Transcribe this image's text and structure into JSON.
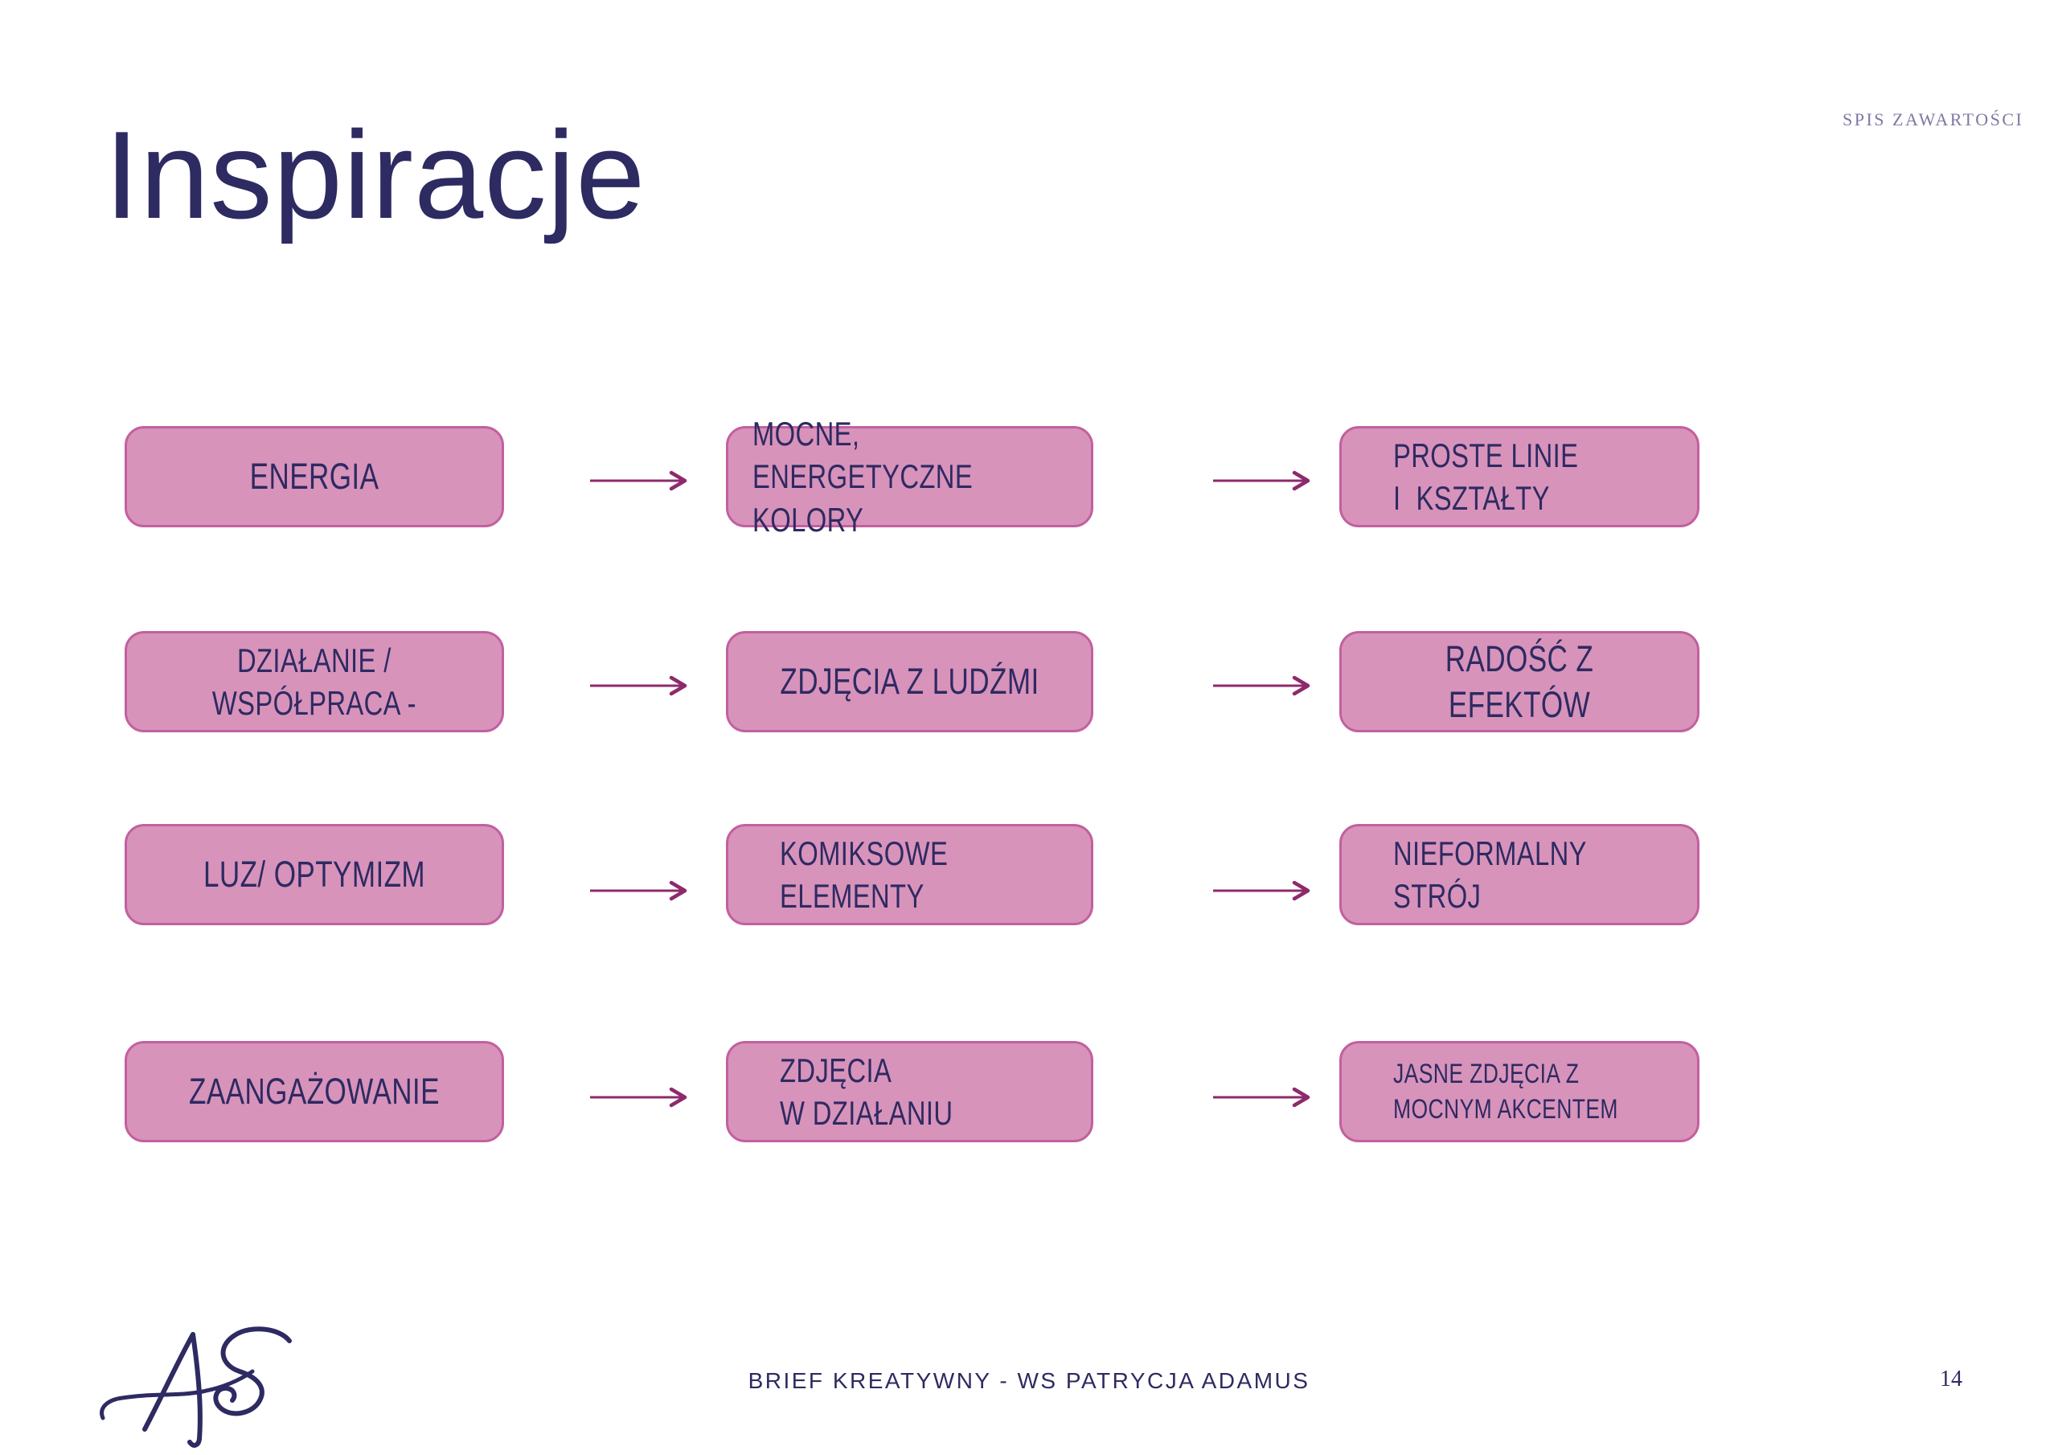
{
  "slide": {
    "title": "Inspiracje",
    "toc_label": "SPIS ZAWARTOŚCI",
    "footer_text": "BRIEF KREATYWNY - WS PATRYCJA ADAMUS",
    "page_number": "14",
    "logo_initials": "AS"
  },
  "colors": {
    "navy": "#2e2a62",
    "box_fill": "#d893bb",
    "box_border": "#c2609f",
    "arrow": "#8e2a6c",
    "toc": "#7f78a2",
    "bg": "#ffffff"
  },
  "diagram": {
    "connector": "arrow-right",
    "rows": [
      {
        "cells": [
          {
            "text": "ENERGIA"
          },
          {
            "text": "MOCNE,\nENERGETYCZNE KOLORY"
          },
          {
            "text": "PROSTE LINIE\nI  KSZTAŁTY"
          }
        ]
      },
      {
        "cells": [
          {
            "text": "DZIAŁANIE /\nWSPÓŁPRACA -"
          },
          {
            "text": "ZDJĘCIA Z LUDŹMI"
          },
          {
            "text": "RADOŚĆ Z EFEKTÓW"
          }
        ]
      },
      {
        "cells": [
          {
            "text": "LUZ/ OPTYMIZM"
          },
          {
            "text": "KOMIKSOWE\nELEMENTY"
          },
          {
            "text": "NIEFORMALNY\nSTRÓJ"
          }
        ]
      },
      {
        "cells": [
          {
            "text": "ZAANGAŻOWANIE"
          },
          {
            "text": "ZDJĘCIA\nW DZIAŁANIU"
          },
          {
            "text": "JASNE ZDJĘCIA Z\nMOCNYM AKCENTEM"
          }
        ]
      }
    ]
  }
}
